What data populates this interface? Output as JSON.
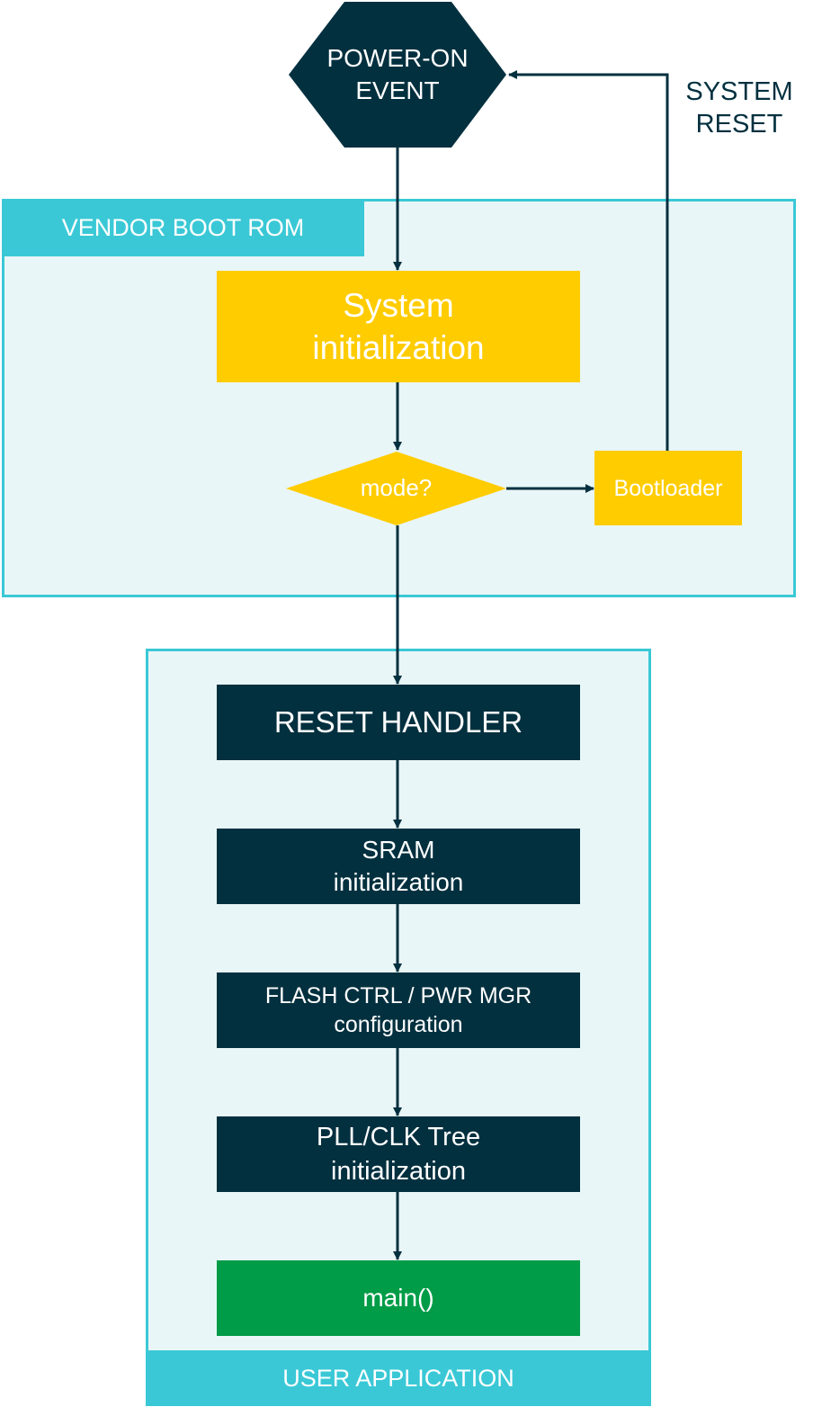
{
  "colors": {
    "dark": "#03303f",
    "cyan": "#3ac8d6",
    "light": "#e9f6f7",
    "yellow": "#ffcc00",
    "green": "#009c47"
  },
  "start": {
    "label": "POWER-ON\nEVENT"
  },
  "loop_label": "SYSTEM\nRESET",
  "vendor_rom": {
    "label": "VENDOR BOOT ROM",
    "system_init": "System\ninitialization",
    "decision": "mode?",
    "bootloader": "Bootloader"
  },
  "user_app": {
    "label": "USER APPLICATION",
    "reset_handler": "RESET HANDLER",
    "sram_init": "SRAM\ninitialization",
    "flash_pwr": "FLASH CTRL / PWR MGR\nconfiguration",
    "pll_clk": "PLL/CLK Tree\ninitialization",
    "main": "main()"
  }
}
